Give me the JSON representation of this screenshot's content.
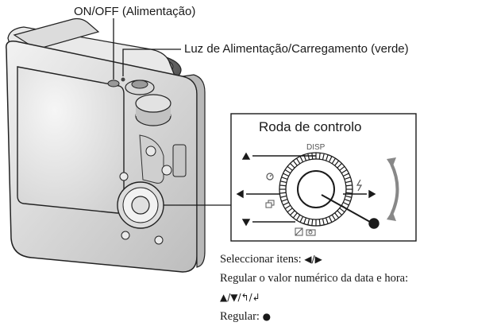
{
  "callouts": {
    "power_button": "ON/OFF (Alimentação)",
    "power_lamp": "Luz de Alimentação/Carregamento (verde)"
  },
  "panel": {
    "title": "Roda de controlo",
    "disp_label": "DISP"
  },
  "instructions": [
    {
      "text": "Seleccionar itens: ",
      "glyph": "◀/▶"
    },
    {
      "text": "Regular o valor numérico da data e hora:",
      "glyph": ""
    },
    {
      "text": "",
      "glyph": "▲/▼/↰/↲"
    },
    {
      "text": "Regular: ",
      "glyph": "●"
    }
  ],
  "colors": {
    "camera_body": "#d9d9d9",
    "camera_dark": "#6a6a6a",
    "line": "#1a1a1a",
    "text": "#1a1a1a"
  }
}
